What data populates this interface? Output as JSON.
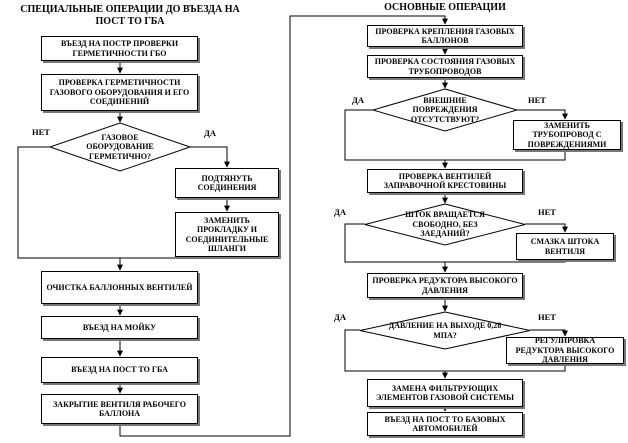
{
  "left": {
    "title": "СПЕЦИАЛЬНЫЕ ОПЕРАЦИИ ДО ВЪЕЗДА НА ПОСТ ТО ГБА",
    "b1": "ВЪЕЗД НА ПОСТР ПРОВЕРКИ ГЕРМЕТИЧНОСТИ ГБО",
    "b2": "ПРОВЕРКА ГЕРМЕТИЧНОСТИ ГАЗОВОГО ОБОРУДОВАНИЯ И ЕГО СОЕДИНЕНИЙ",
    "d1": "ГАЗОВОЕ ОБОРУДОВАНИЕ ГЕРМЕТИЧНО?",
    "d1_no": "НЕТ",
    "d1_yes": "ДА",
    "b3": "ПОДТЯНУТЬ СОЕДИНЕНИЯ",
    "b4": "ЗАМЕНИТЬ ПРОКЛАДКУ И СОЕДИНИТЕЛЬНЫЕ ШЛАНГИ",
    "b5": "ОЧИСТКА БАЛЛОННЫХ ВЕНТИЛЕЙ",
    "b6": "ВЪЕЗД НА МОЙКУ",
    "b7": "ВЪЕЗД НА ПОСТ ТО ГБА",
    "b8": "ЗАКРЫТИЕ ВЕНТИЛЯ РАБОЧЕГО БАЛЛОНА"
  },
  "right": {
    "title": "ОСНОВНЫЕ ОПЕРАЦИИ",
    "r1": "ПРОВЕРКА КРЕПЛЕНИЯ ГАЗОВЫХ БАЛЛОНОВ",
    "r2": "ПРОВЕРКА СОСТОЯНИЯ ГАЗОВЫХ ТРУБОПРОВОДОВ",
    "d2": "ВНЕШНИЕ ПОВРЕЖДЕНИЯ ОТСУТСТВУЮТ?",
    "d2_yes": "ДА",
    "d2_no": "НЕТ",
    "r3": "ЗАМЕНИТЬ ТРУБОПРОВОД С ПОВРЕЖДЕНИЯМИ",
    "r4": "ПРОВЕРКА ВЕНТИЛЕЙ ЗАПРАВОЧНОЙ КРЕСТОВИНЫ",
    "d3": "ШТОК ВРАЩАЕТСЯ СВОБОДНО, БЕЗ ЗАЕДАНИЙ?",
    "d3_yes": "ДА",
    "d3_no": "НЕТ",
    "r5": "СМАЗКА ШТОКА ВЕНТИЛЯ",
    "r6": "ПРОВЕРКА РЕДУКТОРА ВЫСОКОГО ДАВЛЕНИЯ",
    "d4": "ДАВЛЕНИЕ НА ВЫХОДЕ 0,28 МПА?",
    "d4_yes": "ДА",
    "d4_no": "НЕТ",
    "r7": "РЕГУЛИРОВКА РЕДУКТОРА ВЫСОКОГО ДАВЛЕНИЯ",
    "r8": "ЗАМЕНА ФИЛЬТРУЮЩИХ ЭЛЕМЕНТОВ ГАЗОВОЙ СИСТЕМЫ",
    "r9": "ВЪЕЗД НА ПОСТ ТО БАЗОВЫХ АВТОМОБИЛЕЙ"
  }
}
